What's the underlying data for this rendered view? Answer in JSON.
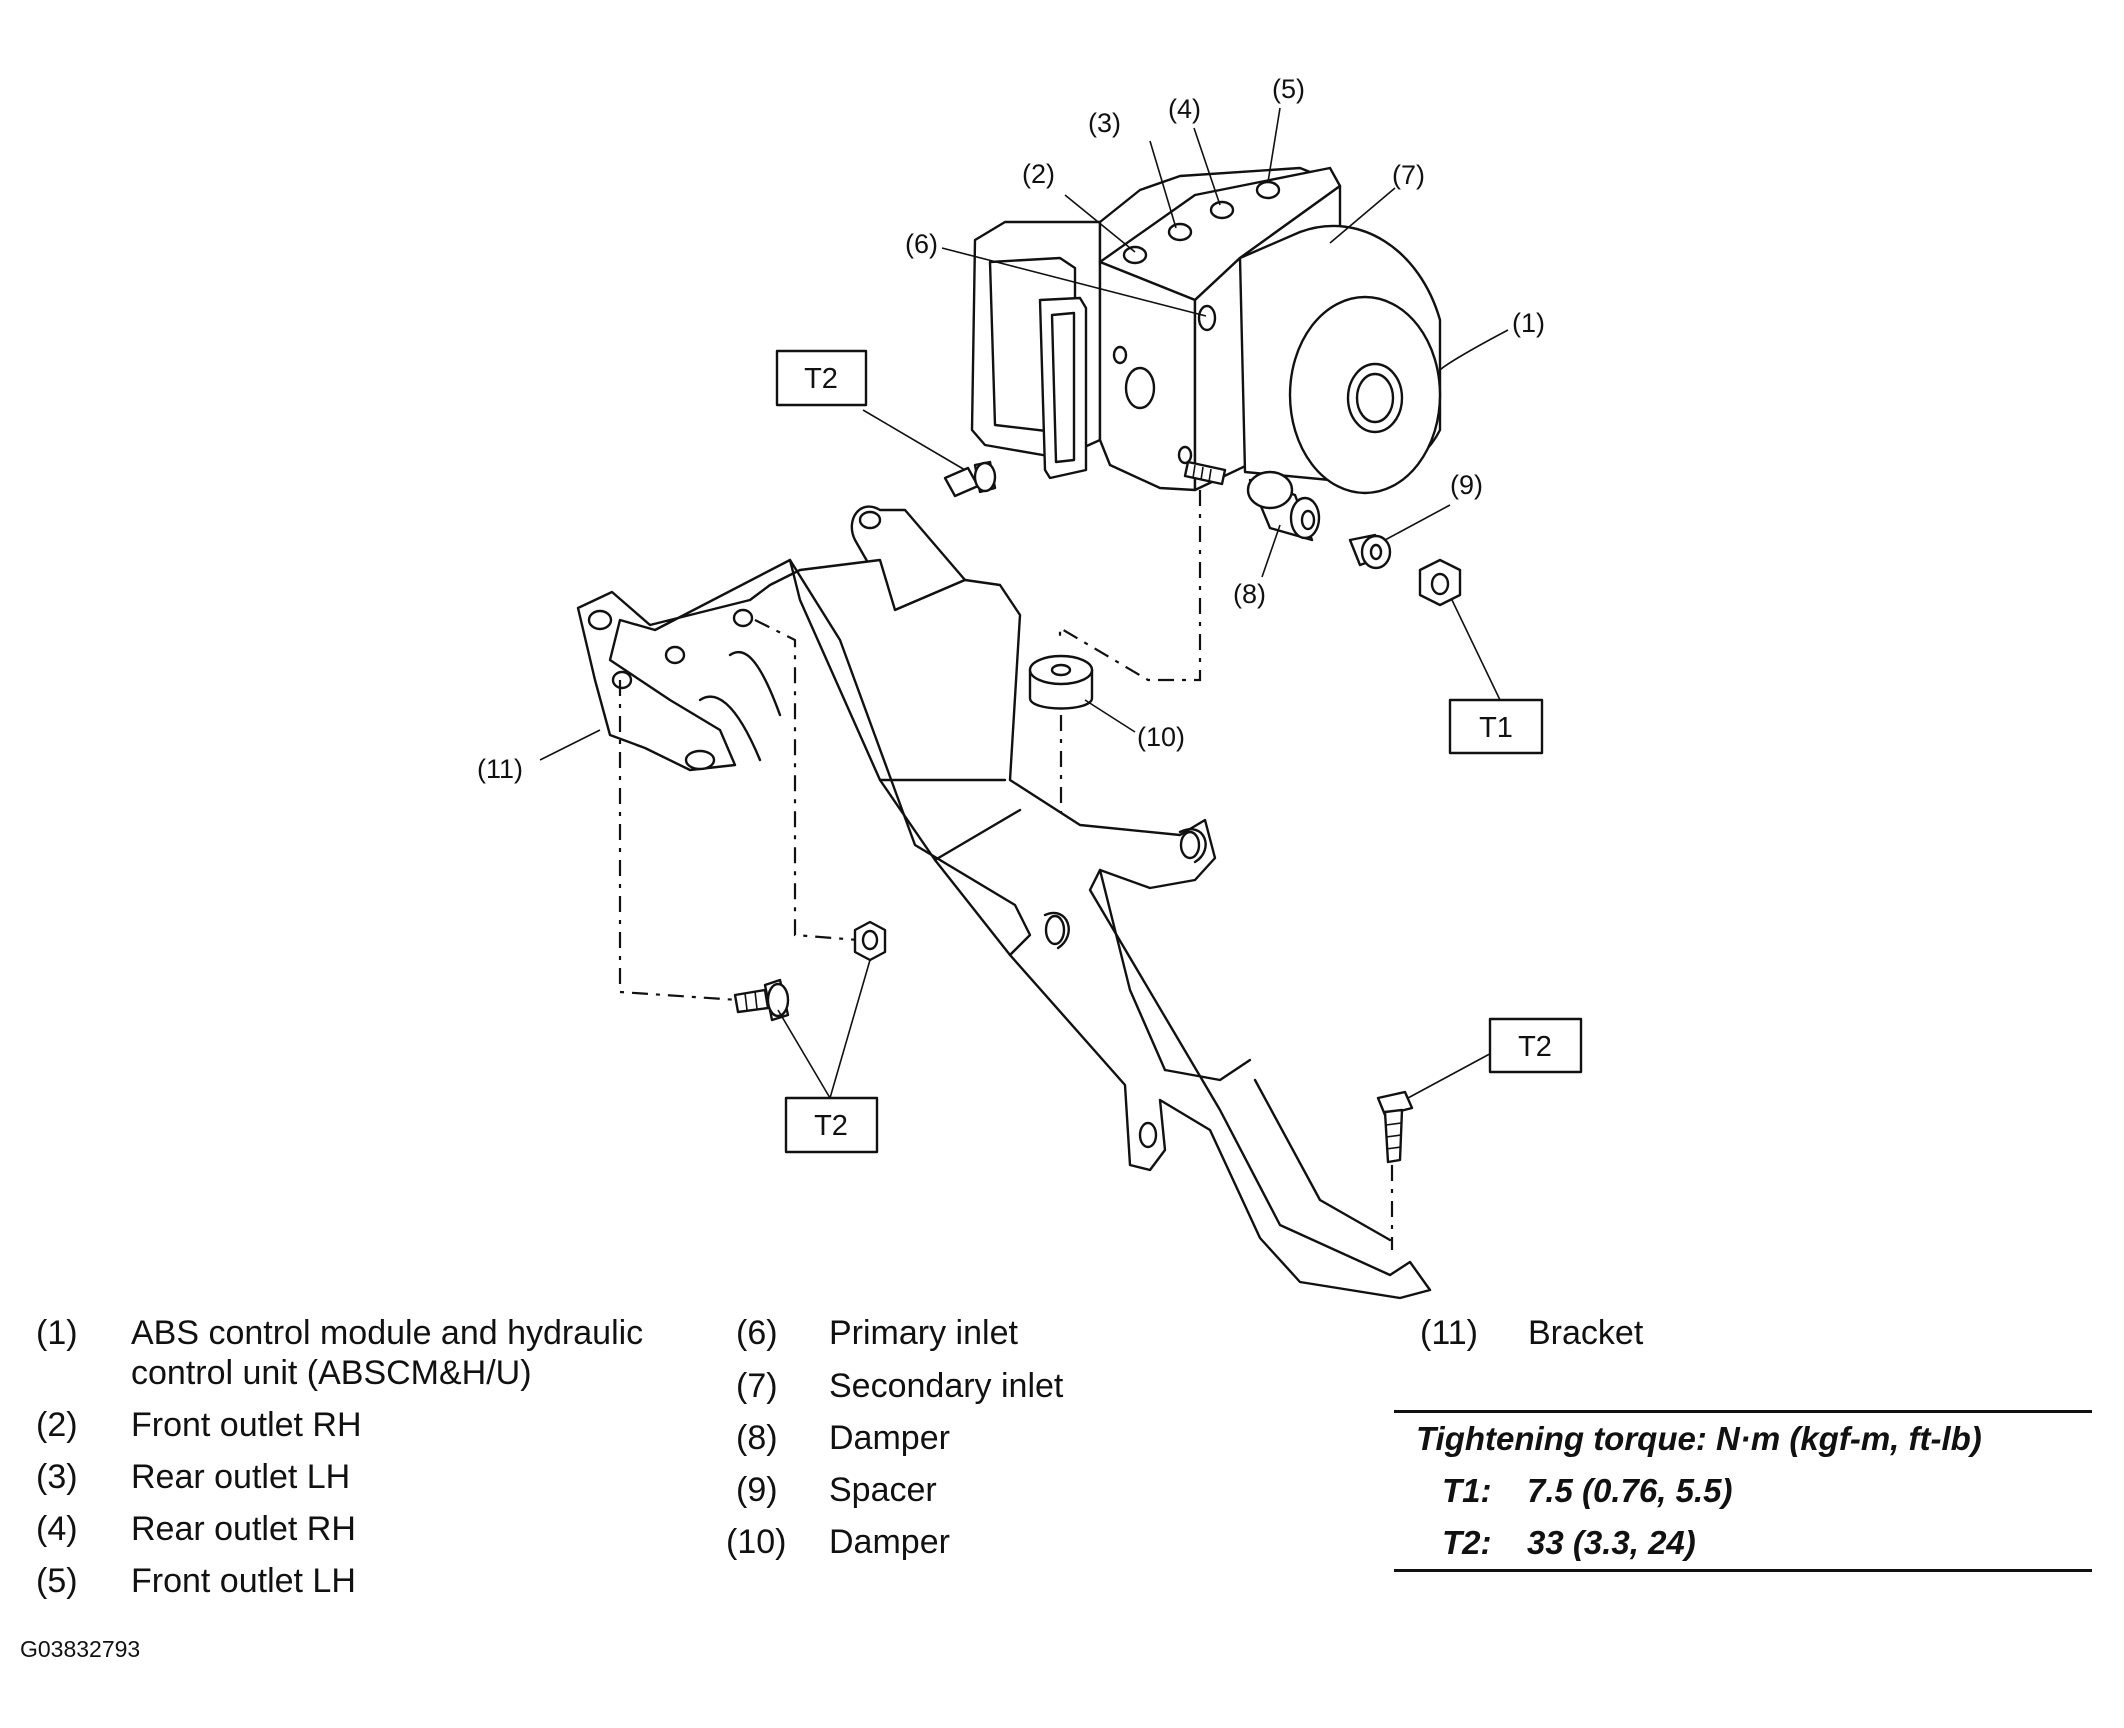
{
  "callouts": {
    "c1": "(1)",
    "c2": "(2)",
    "c3": "(3)",
    "c4": "(4)",
    "c5": "(5)",
    "c6": "(6)",
    "c7": "(7)",
    "c8": "(8)",
    "c9": "(9)",
    "c10": "(10)",
    "c11": "(11)"
  },
  "torque_boxes": {
    "t2_top_left": "T2",
    "t1_right": "T1",
    "t2_bottom_left": "T2",
    "t2_bottom_right": "T2"
  },
  "legend": [
    {
      "num": "(1)",
      "text": "ABS control module and hydraulic control unit (ABSCM&H/U)"
    },
    {
      "num": "(2)",
      "text": "Front outlet RH"
    },
    {
      "num": "(3)",
      "text": "Rear outlet LH"
    },
    {
      "num": "(4)",
      "text": "Rear outlet RH"
    },
    {
      "num": "(5)",
      "text": "Front outlet LH"
    },
    {
      "num": "(6)",
      "text": "Primary inlet"
    },
    {
      "num": "(7)",
      "text": "Secondary inlet"
    },
    {
      "num": "(8)",
      "text": "Damper"
    },
    {
      "num": "(9)",
      "text": "Spacer"
    },
    {
      "num": "(10)",
      "text": "Damper"
    },
    {
      "num": "(11)",
      "text": "Bracket"
    }
  ],
  "torque_table": {
    "title": "Tightening torque: N·m (kgf-m, ft-lb)",
    "rows": [
      {
        "key": "T1:",
        "value": "7.5 (0.76, 5.5)"
      },
      {
        "key": "T2:",
        "value": "33 (3.3, 24)"
      }
    ]
  },
  "figure_id": "G03832793"
}
